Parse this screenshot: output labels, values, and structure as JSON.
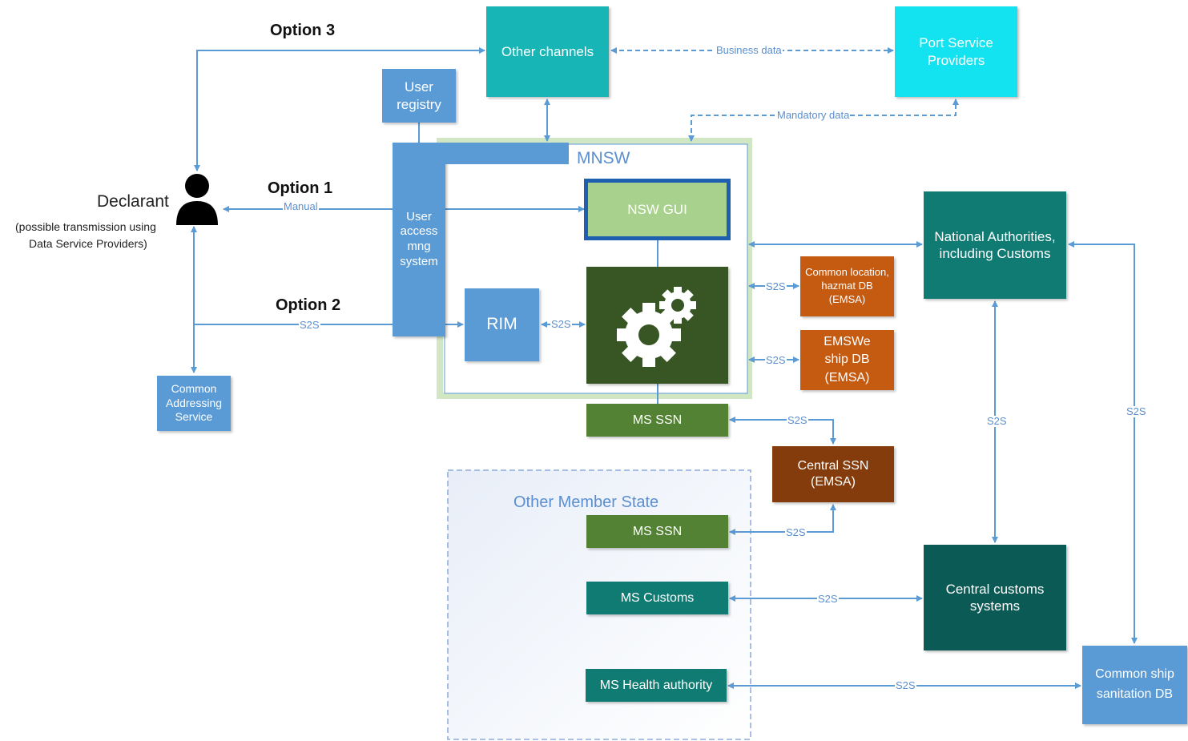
{
  "options": {
    "option1": "Option 1",
    "option2": "Option 2",
    "option3": "Option 3"
  },
  "declarant": {
    "title": "Declarant",
    "note_line1": "(possible transmission using",
    "note_line2": "Data Service Providers)"
  },
  "mnsw": {
    "title": "MNSW"
  },
  "other_member_state": {
    "title": "Other Member State"
  },
  "boxes": {
    "other_channels": "Other channels",
    "port_service_providers": "Port Service Providers",
    "user_registry": "User registry",
    "user_access": "User access mng system",
    "nsw_gui": "NSW GUI",
    "rim": "RIM",
    "common_addressing": "Common Addressing Service",
    "national_authorities": "National Authorities, including Customs",
    "common_location": "Common location, hazmat DB (EMSA)",
    "emswe_ship_db": "EMSWe ship DB (EMSA)",
    "ms_ssn": "MS SSN",
    "central_ssn": "Central SSN (EMSA)",
    "oms_ms_ssn": "MS SSN",
    "oms_ms_customs": "MS Customs",
    "central_customs": "Central customs systems",
    "ms_health": "MS Health authority",
    "common_ship_sanitation": "Common ship sanitation DB"
  },
  "edges": {
    "business_data": "Business data",
    "mandatory_data": "Mandatory data",
    "manual": "Manual",
    "s2s": "S2S"
  },
  "colors": {
    "blue_box": "#5b9bd5",
    "teal": "#17b5b5",
    "cyan": "#13e3f0",
    "dark_teal": "#0f7b73",
    "darker_teal": "#0c5a55",
    "green_gui": "#a9d18e",
    "gear_bg": "#375623",
    "ms_green": "#548235",
    "orange": "#c55a11",
    "brown": "#843c0c",
    "arrow": "#5b9bd5"
  },
  "icons": {
    "declarant": "person-icon",
    "engine": "gears-icon"
  }
}
